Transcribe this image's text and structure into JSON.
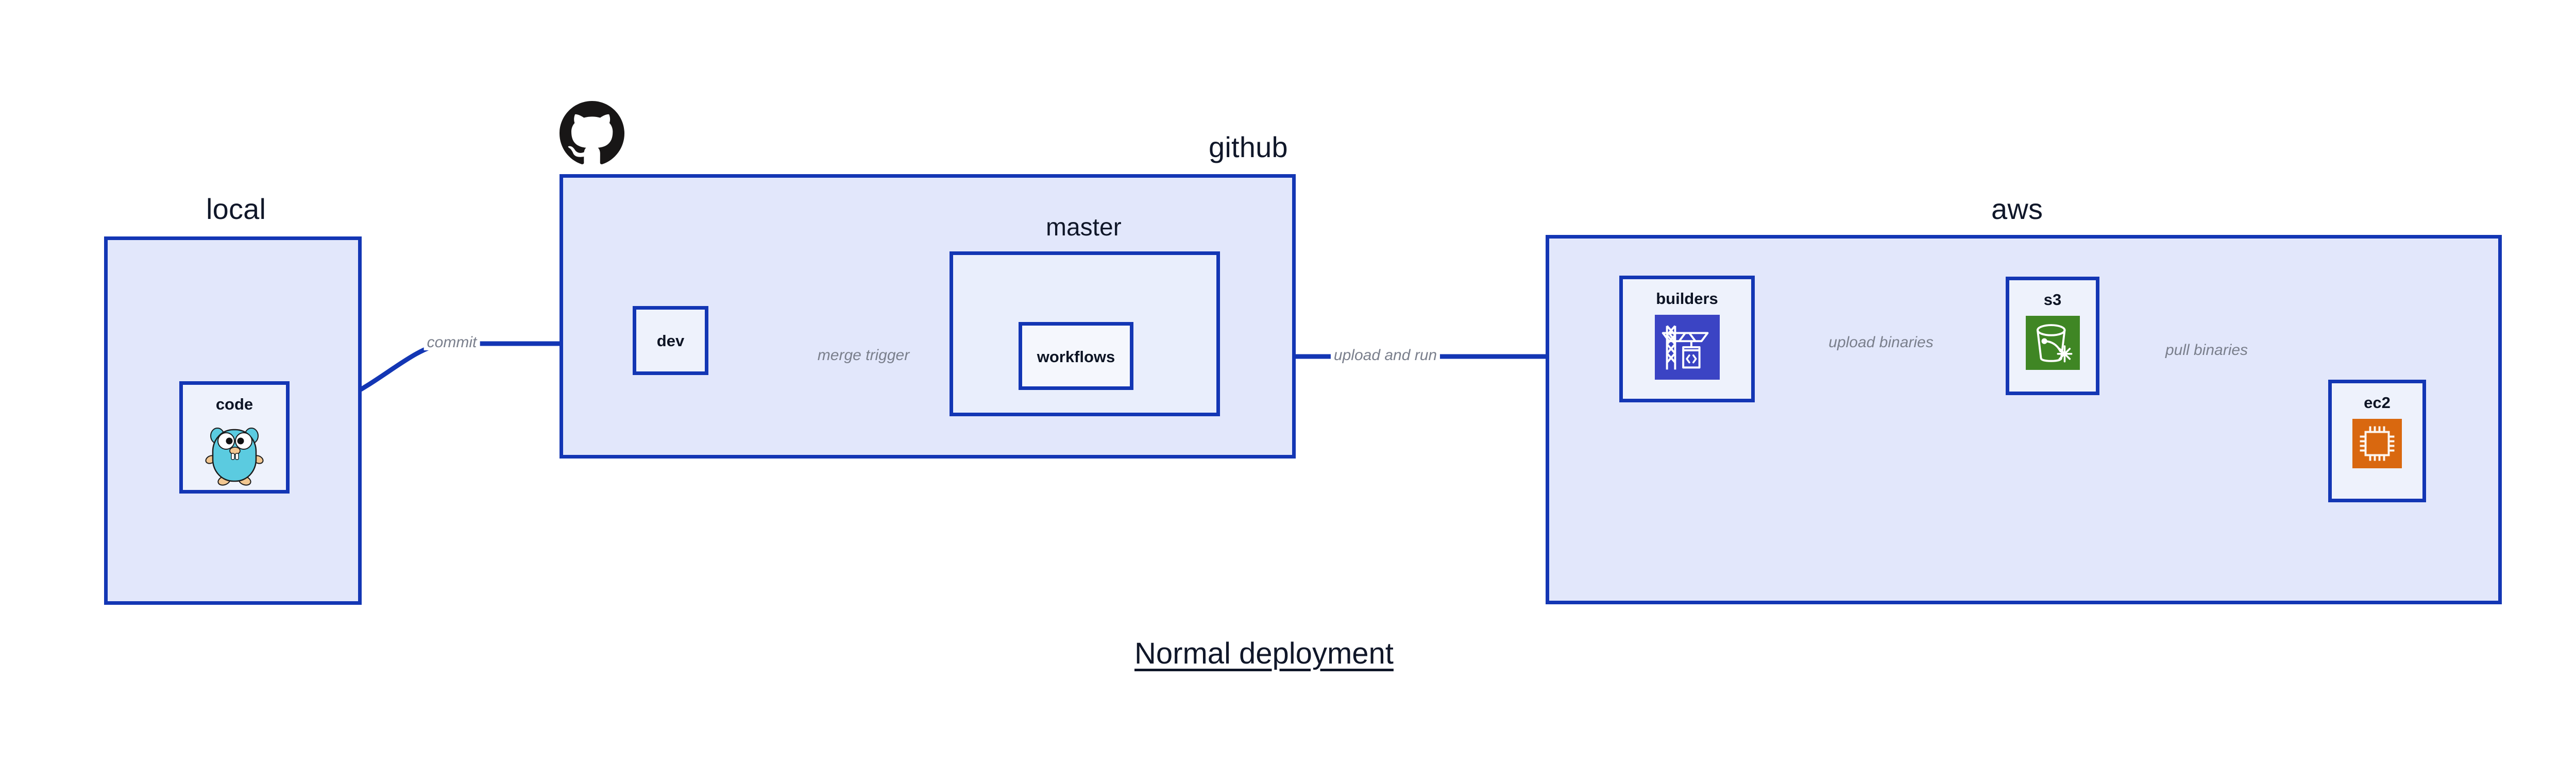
{
  "diagram": {
    "caption": "Normal deployment",
    "colors": {
      "group_fill": "#e2e7fb",
      "subgroup_fill": "#e9eefc",
      "node_fill": "#eef2fc",
      "border": "#1336b4",
      "edge": "#1336b4",
      "edge_label": "#7a7f8c",
      "text": "#101729",
      "builders_icon": "#3b44c4",
      "s3_icon": "#3f8624",
      "ec2_icon": "#d9680f",
      "gopher": "#5bcbe0",
      "github_logo": "#181616"
    },
    "groups": [
      {
        "id": "local",
        "label": "local"
      },
      {
        "id": "github",
        "label": "github"
      },
      {
        "id": "aws",
        "label": "aws"
      }
    ],
    "subgroups": [
      {
        "id": "master",
        "label": "master",
        "parent": "github"
      }
    ],
    "nodes": [
      {
        "id": "code",
        "label": "code",
        "icon": "go-gopher-icon",
        "parent": "local"
      },
      {
        "id": "dev",
        "label": "dev",
        "icon": "none",
        "parent": "github"
      },
      {
        "id": "workflows",
        "label": "workflows",
        "icon": "none",
        "parent": "master"
      },
      {
        "id": "builders",
        "label": "builders",
        "icon": "crane-code-icon",
        "parent": "aws"
      },
      {
        "id": "s3",
        "label": "s3",
        "icon": "s3-bucket-icon",
        "parent": "aws"
      },
      {
        "id": "ec2",
        "label": "ec2",
        "icon": "cpu-chip-icon",
        "parent": "aws"
      }
    ],
    "edges": [
      {
        "id": "commit",
        "from": "code",
        "to": "dev",
        "label": "commit"
      },
      {
        "id": "merge-trigger",
        "from": "dev",
        "to": "workflows",
        "label": "merge trigger"
      },
      {
        "id": "upload-and-run",
        "from": "workflows",
        "to": "builders",
        "label": "upload and run"
      },
      {
        "id": "upload-binaries",
        "from": "builders",
        "to": "s3",
        "label": "upload binaries"
      },
      {
        "id": "pull-binaries",
        "from": "s3",
        "to": "ec2",
        "label": "pull binaries"
      }
    ]
  }
}
